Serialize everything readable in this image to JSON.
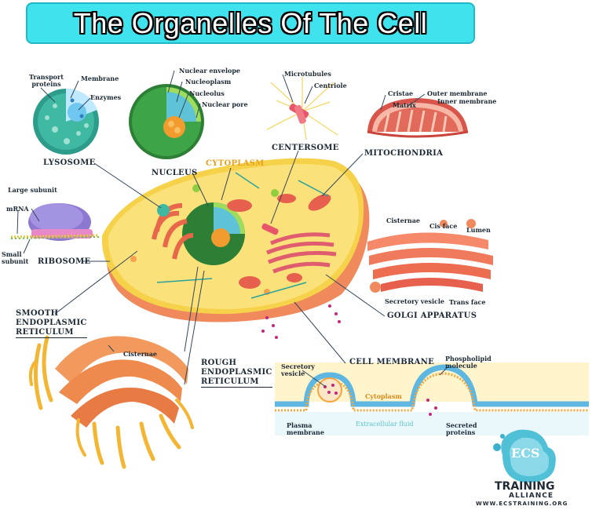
{
  "title": "The Organelles Of The Cell",
  "labels": {
    "lysosome": "LYSOSOME",
    "lysosome_transport": "Transport\nproteins",
    "lysosome_membrane": "Membrane",
    "lysosome_enzymes": "Enzymes",
    "nucleus": "NUCLEUS",
    "nuclear_envelope": "Nuclear envelope",
    "nucleoplasm": "Nucleoplasm",
    "nucleolus": "Nucleolus",
    "nuclear_pore": "Nuclear pore",
    "cytoplasm": "CYTOPLASM",
    "centersome": "CENTERSOME",
    "microtubules": "Microtubules",
    "centriole": "Centriole",
    "mitochondria": "MITOCHONDRIA",
    "cristae": "Cristae",
    "matrix": "Matrix",
    "outer_membrane": "Outer membrane",
    "inner_membrane": "Inner membrane",
    "ribosome": "RIBOSOME",
    "large_subunit": "Large subunit",
    "mrna": "mRNA",
    "small_subunit": "Small\nsubunit",
    "golgi": "GOLGI APPARATUS",
    "cisternae_golgi": "Cisternae",
    "cis_face": "Cis face",
    "lumen": "Lumen",
    "secretory_vesicle_golgi": "Secretory vesicle",
    "trans_face": "Trans face",
    "smooth_er": "SMOOTH\nENDOPLASMIC\nRETICULUM",
    "cisternae_er": "Cisternae",
    "rough_er": "ROUGH\nENDOPLASMIC\nRETICULUM",
    "cell_membrane": "CELL MEMBRANE",
    "secretory_vesicle": "Secretory\nvesicle",
    "phospholipid": "Phospholipid\nmolecule",
    "cytoplasm_inner": "Cytoplasm",
    "extracellular": "Extracellular fluid",
    "plasma_membrane": "Plasma\nmembrane",
    "secreted_proteins": "Secreted\nproteins"
  },
  "logo": {
    "initials": "ECS",
    "word1": "TRAINING",
    "word2": "ALLIANCE",
    "url": "WWW.ECSTRAINING.ORG"
  },
  "colors": {
    "banner": "#3ee3ee",
    "cytoplasm": "#f6d24a",
    "cell_wall": "#f08a5d",
    "nucleus": "#2f8f3a",
    "lysosome": "#2f9f8a",
    "ribosome": "#8c78d0",
    "mitochondria": "#e6604d",
    "golgi": "#f0836a",
    "er": "#f29a5e"
  }
}
